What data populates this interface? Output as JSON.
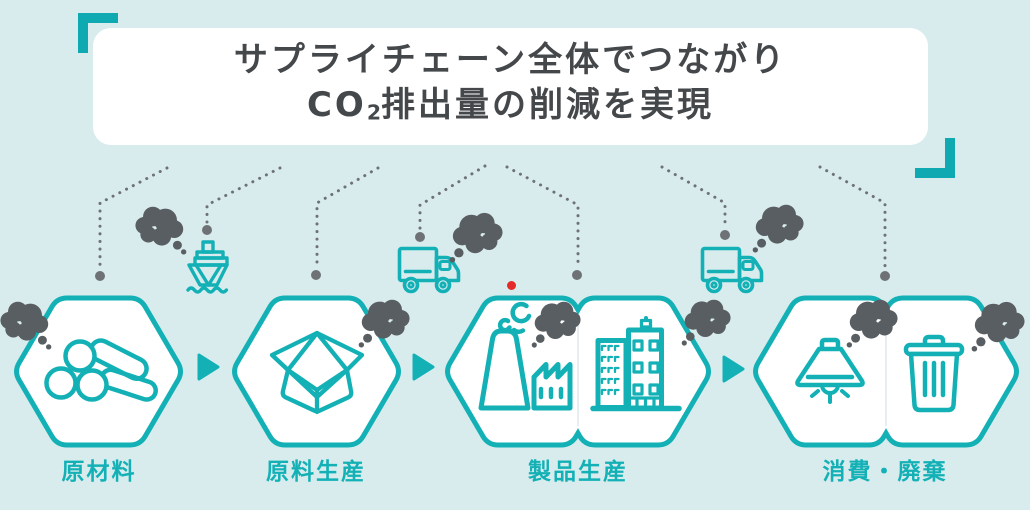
{
  "colors": {
    "background": "#d8ecee",
    "teal": "#13b1b6",
    "bracket_teal": "#0fa9b1",
    "smoke_gray": "#595e62",
    "dotted_gray": "#6e7276",
    "title_text": "#45484b",
    "panel_white": "#ffffff",
    "marker_red": "#e42a2a"
  },
  "title": {
    "line1": "サプライチェーン全体でつながり",
    "line2_prefix": "CO",
    "line2_subscript": "2",
    "line2_suffix": "排出量の削減を実現"
  },
  "stages": [
    {
      "id": "raw-materials",
      "label": "原材料",
      "icons": [
        "logs-icon"
      ]
    },
    {
      "id": "material-production",
      "label": "原料生産",
      "icons": [
        "open-box-icon"
      ]
    },
    {
      "id": "product-production",
      "label": "製品生産",
      "icons": [
        "factory-icon",
        "building-icon"
      ]
    },
    {
      "id": "consumption-disposal",
      "label": "消費・廃棄",
      "icons": [
        "lamp-icon",
        "trash-icon"
      ]
    }
  ],
  "transports": [
    {
      "icon": "ship-icon",
      "between": [
        "raw-materials",
        "material-production"
      ]
    },
    {
      "icon": "truck-icon",
      "between": [
        "material-production",
        "product-production"
      ]
    },
    {
      "icon": "truck-icon",
      "between": [
        "product-production",
        "consumption-disposal"
      ]
    }
  ],
  "emissions": {
    "icon": "smoke-cloud-icon",
    "count": 9
  },
  "connectors": {
    "style": "dotted",
    "count": 7
  }
}
